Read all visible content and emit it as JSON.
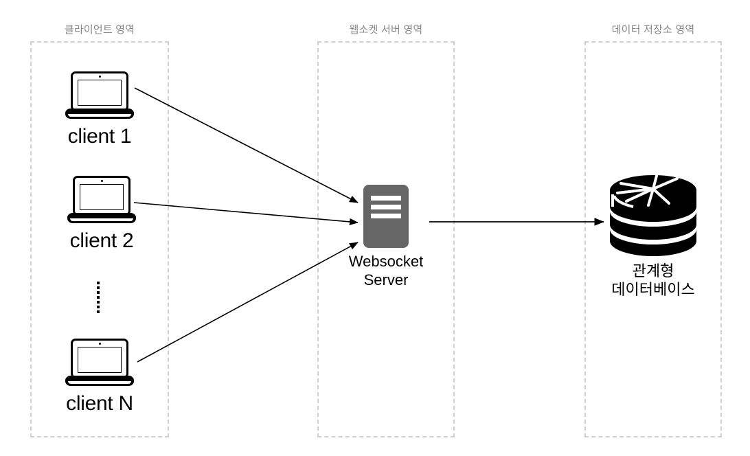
{
  "diagram": {
    "title": "Websocket architecture diagram",
    "background_color": "#ffffff",
    "zones": [
      {
        "id": "client-zone",
        "label": "클라이언트 영역",
        "border_color": "#d0d0d0",
        "label_color": "#888888"
      },
      {
        "id": "websocket-zone",
        "label": "웹소켓 서버 영역",
        "border_color": "#d0d0d0",
        "label_color": "#888888"
      },
      {
        "id": "storage-zone",
        "label": "데이터 저장소 영역",
        "border_color": "#d0d0d0",
        "label_color": "#888888"
      }
    ],
    "clients": [
      {
        "id": "client-1",
        "label": "client 1",
        "icon": "laptop-icon"
      },
      {
        "id": "client-2",
        "label": "client 2",
        "icon": "laptop-icon"
      },
      {
        "id": "client-n",
        "label": "client N",
        "icon": "laptop-icon"
      }
    ],
    "ellipsis": {
      "id": "clients-ellipsis",
      "icon": "vertical-ellipsis-icon",
      "dot_count": 7,
      "color": "#000000"
    },
    "server": {
      "id": "websocket-server",
      "icon": "server-icon",
      "label_line1": "Websocket",
      "label_line2": "Server",
      "fill_color": "#666666",
      "bar_color": "#ffffff",
      "bar_count": 3
    },
    "database": {
      "id": "relational-database",
      "icon": "database-cylinder-icon",
      "label_line1": "관계형",
      "label_line2": "데이터베이스",
      "fill_color": "#000000",
      "band_color": "#ffffff"
    },
    "arrows": [
      {
        "id": "arrow-client1-to-server",
        "from": "client-1",
        "to": "websocket-server",
        "color": "#000000"
      },
      {
        "id": "arrow-client2-to-server",
        "from": "client-2",
        "to": "websocket-server",
        "color": "#000000"
      },
      {
        "id": "arrow-clientn-to-server",
        "from": "client-n",
        "to": "websocket-server",
        "color": "#000000"
      },
      {
        "id": "arrow-server-to-database",
        "from": "websocket-server",
        "to": "relational-database",
        "color": "#000000"
      }
    ]
  }
}
